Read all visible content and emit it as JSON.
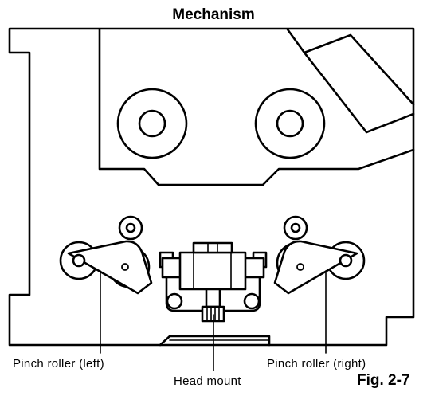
{
  "diagram": {
    "title": "Mechanism",
    "labels": {
      "pinch_left": "Pinch roller (left)",
      "pinch_right": "Pinch roller (right)",
      "head_mount": "Head mount"
    },
    "figure_caption": "Fig. 2-7"
  },
  "colors": {
    "ink": "#000000",
    "paper": "#ffffff"
  }
}
